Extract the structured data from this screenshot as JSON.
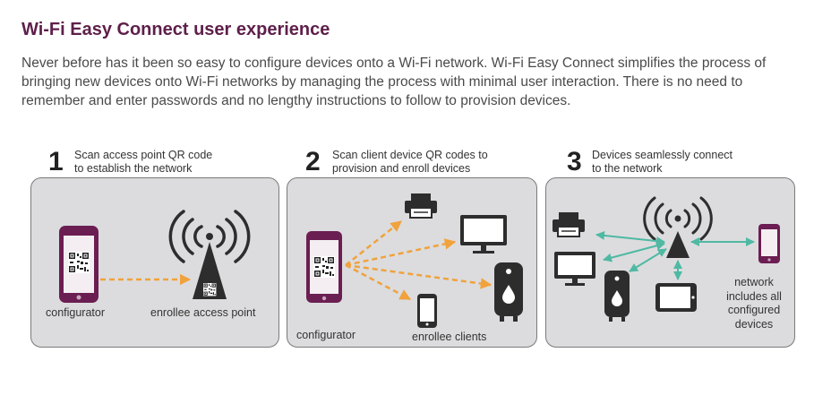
{
  "title": "Wi-Fi Easy Connect user experience",
  "intro": "Never before has it been so easy to configure devices onto a Wi-Fi network. Wi-Fi Easy Connect simplifies the process of bringing new devices onto Wi-Fi networks by managing the process with minimal user interaction. There is no need to remember and enter passwords and no lengthy instructions to follow to provision devices.",
  "steps": [
    {
      "number": "1",
      "line1": "Scan access point QR code",
      "line2": "to establish the network"
    },
    {
      "number": "2",
      "line1": "Scan client device QR codes to",
      "line2": "provision and enroll devices"
    },
    {
      "number": "3",
      "line1": "Devices seamlessly connect",
      "line2": "to the network"
    }
  ],
  "panel1": {
    "left_label": "configurator",
    "right_label": "enrollee access point"
  },
  "panel2": {
    "left_label": "configurator",
    "right_label": "enrollee clients"
  },
  "panel3": {
    "note_lines": [
      "network",
      "includes all",
      "configured",
      "devices"
    ]
  },
  "colors": {
    "title": "#5e1f4a",
    "phone": "#6b1e52",
    "arrow_orange": "#f0a23c",
    "arrow_teal": "#4fb9a3",
    "device": "#2d2d2d",
    "panel_bg": "#dcdcde"
  },
  "icons": [
    "phone-qr-icon",
    "wifi-access-point-icon",
    "printer-icon",
    "monitor-icon",
    "water-heater-icon",
    "smartphone-icon",
    "tablet-icon"
  ]
}
